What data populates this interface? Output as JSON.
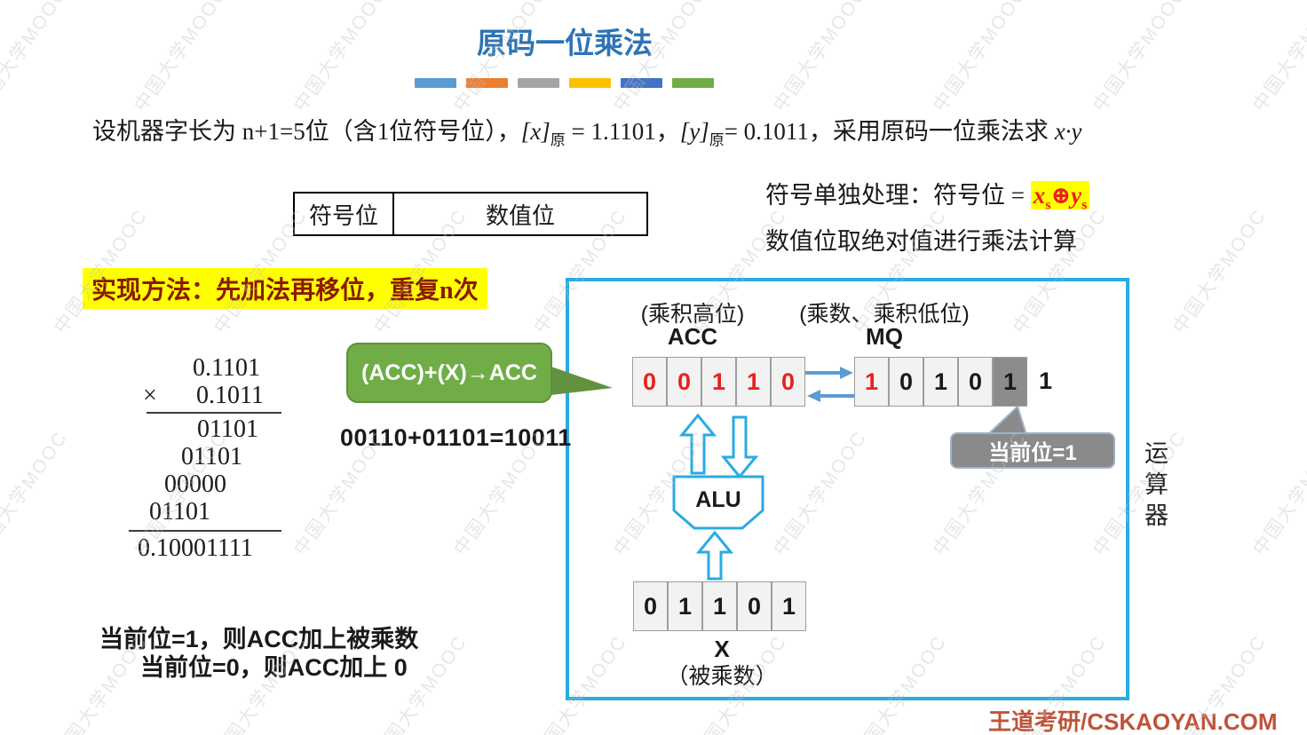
{
  "slide": {
    "title": "原码一位乘法",
    "bar_colors": [
      "#5B9BD5",
      "#ED7D31",
      "#A5A5A5",
      "#FFC000",
      "#4472C4",
      "#70AD47"
    ],
    "footer": "王道考研/CSKAOYAN.COM",
    "watermark": "中国大学MOOC"
  },
  "problem": {
    "part1": "设机器字长为 n+1=5位（含1位符号位），",
    "x_term": "[x]",
    "x_sub": "原",
    "part2": " = 1.1101，",
    "y_term": "[y]",
    "y_sub": "原",
    "part3": "= 0.1011，采用原码一位乘法求 ",
    "product": "x·y"
  },
  "format_box": {
    "sign_cell": "符号位",
    "value_cell": "数值位"
  },
  "sign_rule": {
    "lead": "符号单独处理：符号位 = ",
    "x": "x",
    "x_sub": "s",
    "xor": "⊕",
    "y": "y",
    "y_sub": "s",
    "line2": "数值位取绝对值进行乘法计算"
  },
  "method": "实现方法：先加法再移位，重复n次",
  "long_multiplication": {
    "multiplicand": "0.1101",
    "times": "×",
    "multiplier": "0.1011",
    "partials": [
      "01101",
      "01101",
      "00000",
      "01101"
    ],
    "result": "0.10001111"
  },
  "bubble_label": "(ACC)+(X)→ACC",
  "addition_line": "00110+01101=10011",
  "datapath": {
    "acc_caption": "(乘积高位)",
    "acc_name": "ACC",
    "acc_bits": [
      "0",
      "0",
      "1",
      "1",
      "0"
    ],
    "mq_caption": "(乘数、乘积低位)",
    "mq_name": "MQ",
    "mq_bits": [
      "1",
      "0",
      "1",
      "0",
      "1"
    ],
    "mq_shifted_out_bit": "1",
    "current_bit_callout": "当前位=1",
    "alu_label": "ALU",
    "x_bits": [
      "0",
      "1",
      "1",
      "0",
      "1"
    ],
    "x_name": "X",
    "x_caption": "（被乘数）",
    "unit_label": "运算器"
  },
  "notes": {
    "line1": "当前位=1，则ACC加上被乘数",
    "line2": "当前位=0，则ACC加上 0"
  },
  "colors": {
    "title_blue": "#2E74B5",
    "box_cyan": "#29ABE2",
    "arrow_blue": "#5B9BD5",
    "digit_red": "#E8201E",
    "bubble_green": "#70AD47",
    "callout_gray": "#8A8A8A",
    "highlight_yellow": "#FFFF00",
    "method_text_red": "#8B1A00",
    "footer_red": "#C05339"
  }
}
